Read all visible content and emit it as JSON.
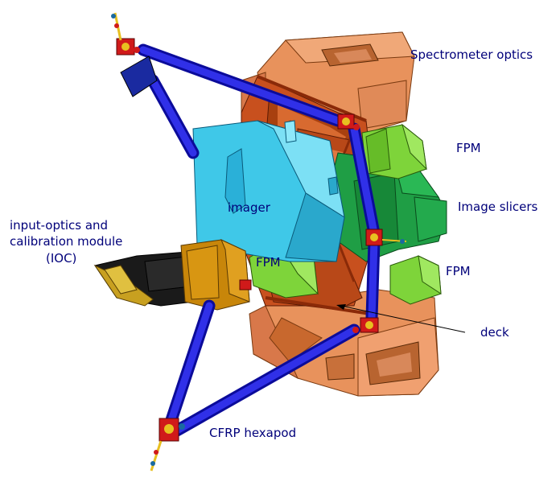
{
  "labels": {
    "spectrometer_optics": "Spectrometer optics",
    "fpm_upper": "FPM",
    "imager": "imager",
    "image_slicers": "Image slicers",
    "ioc_line1": "input-optics and",
    "ioc_line2": "calibration module",
    "ioc_line3": "(IOC)",
    "fpm_lower": "FPM",
    "fpm_right": "FPM",
    "deck": "deck",
    "hexapod": "CFRP hexapod"
  },
  "colors": {
    "label_text": "#00007a",
    "spectrometer": "#e8925c",
    "deck_frame": "#c8501e",
    "fpm": "#7ed43a",
    "slicer": "#1f9e45",
    "imager": "#3fc8e8",
    "ioc_body": "#c8860a",
    "ioc_dark": "#1a1a1a",
    "hexapod_strut": "#1a1ad0",
    "joint": "#d01a1a"
  }
}
